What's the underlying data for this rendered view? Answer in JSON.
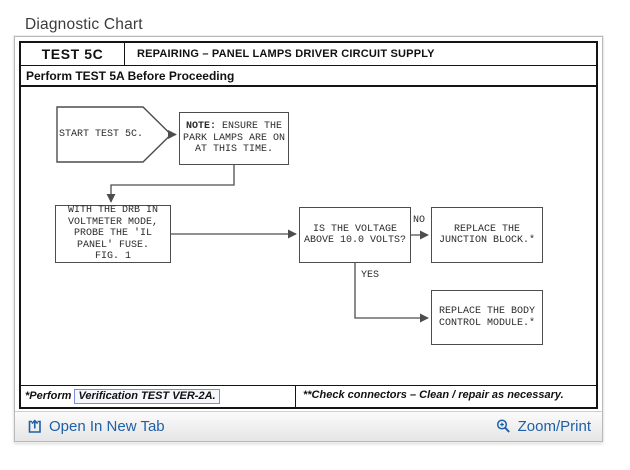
{
  "page": {
    "heading": "Diagnostic Chart"
  },
  "chart": {
    "test_id": "TEST 5C",
    "title": "REPAIRING – PANEL LAMPS DRIVER CIRCUIT SUPPLY",
    "instruction": "Perform TEST 5A Before Proceeding",
    "start": {
      "label": "START TEST 5C."
    },
    "note": {
      "keyword": "NOTE:",
      "line1": "ENSURE THE",
      "line2": "PARK LAMPS ARE ON",
      "line3": "AT THIS TIME."
    },
    "probe": {
      "line1": "WITH THE DRB IN",
      "line2": "VOLTMETER MODE,",
      "line3": "PROBE THE 'IL",
      "line4": "PANEL' FUSE.",
      "line5": "FIG. 1"
    },
    "decision": {
      "line1": "IS THE VOLTAGE",
      "line2": "ABOVE 10.0 VOLTS?"
    },
    "no_label": "NO",
    "yes_label": "YES",
    "junction": {
      "line1": "REPLACE THE",
      "line2": "JUNCTION BLOCK.*"
    },
    "bcm": {
      "line1": "REPLACE THE BODY",
      "line2": "CONTROL MODULE.*"
    },
    "footnote_left_prefix": "*Perform",
    "footnote_left_link": "Verification TEST VER-2A.",
    "footnote_right": "**Check connectors – Clean / repair as necessary."
  },
  "toolbar": {
    "open_in_new_tab": "Open In New Tab",
    "zoom_print": "Zoom/Print"
  },
  "colors": {
    "link": "#1e5fa8",
    "chart_ink": "#141414"
  }
}
